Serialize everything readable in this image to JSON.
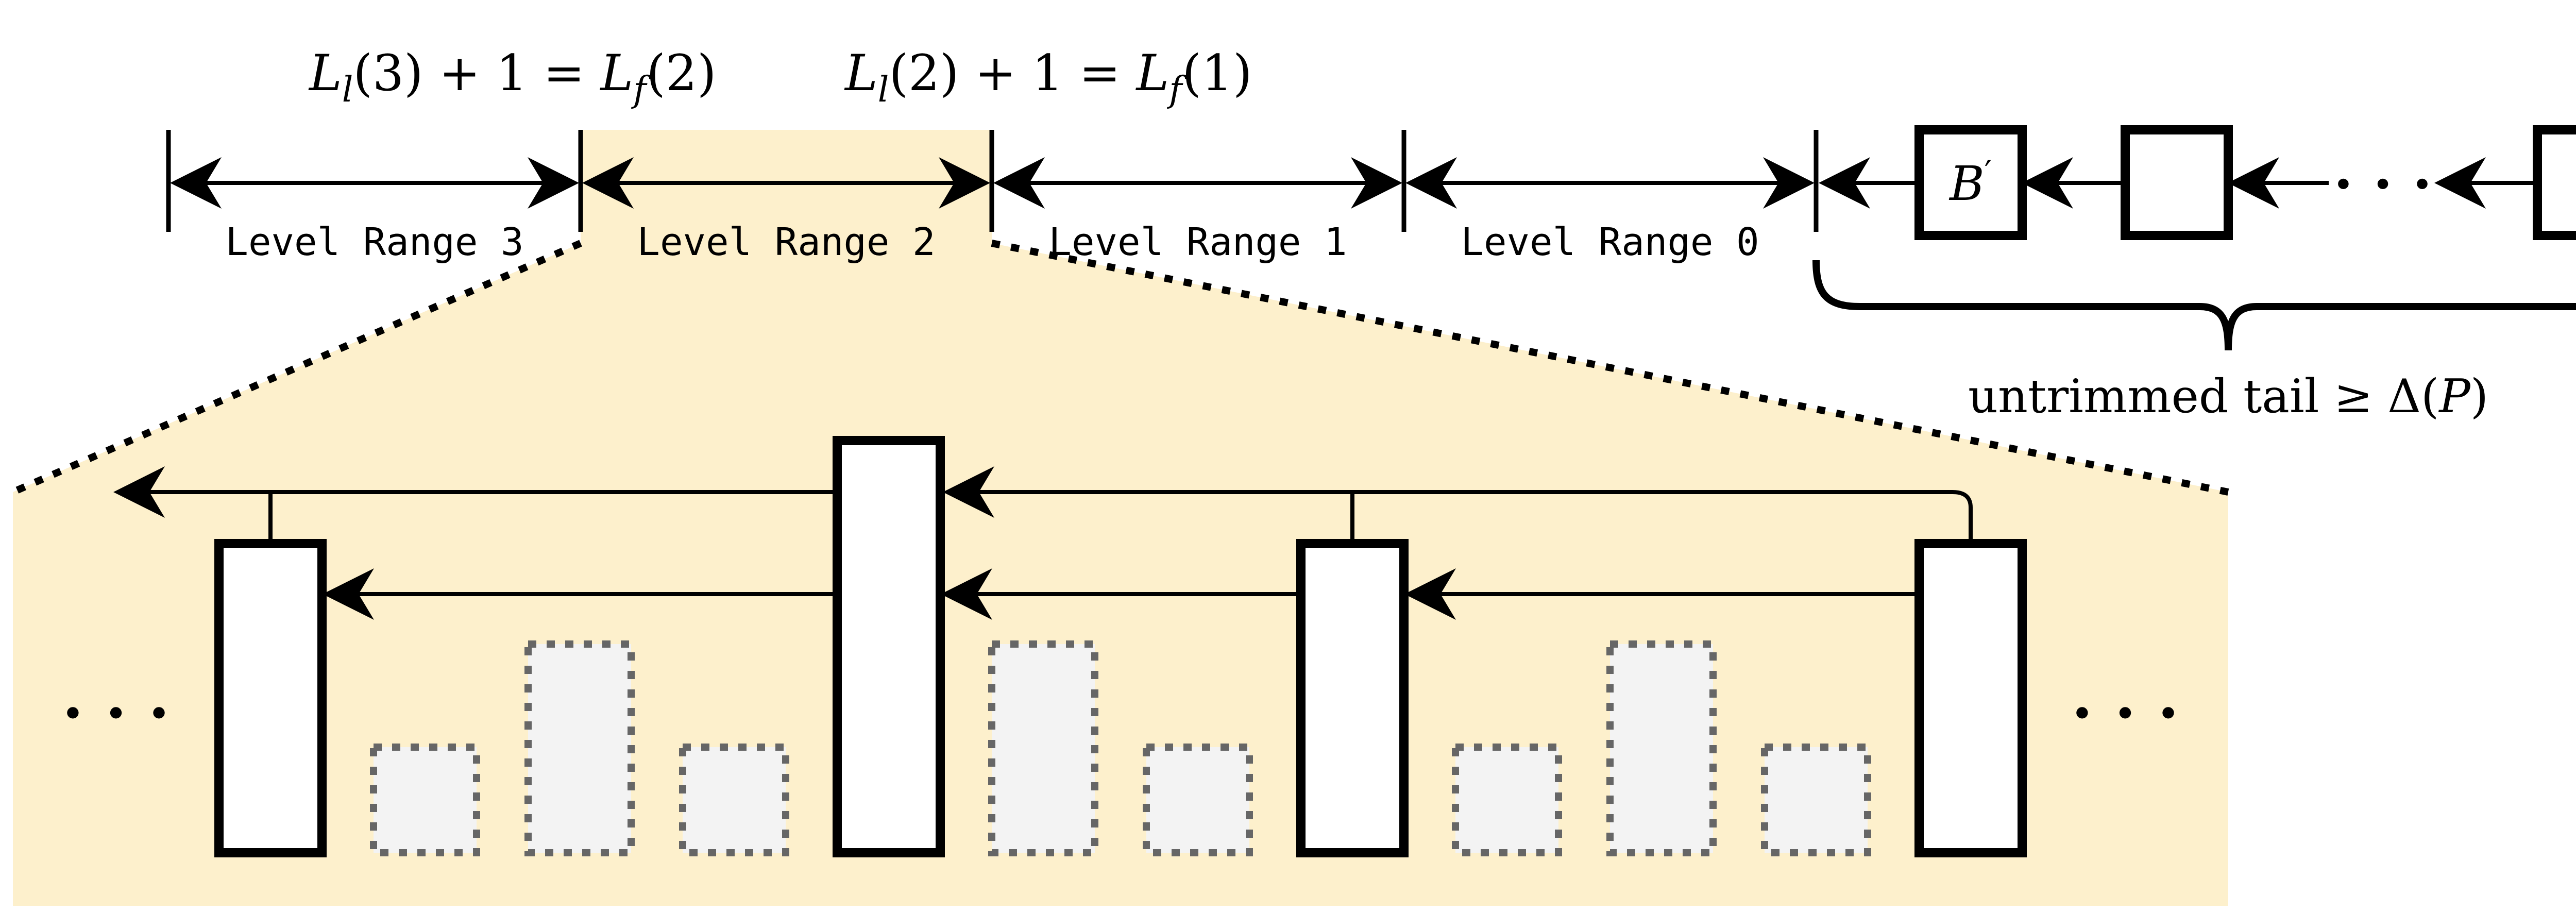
{
  "colors": {
    "highlight": "#fdf0cc",
    "stroke": "#000000",
    "ghost_fill": "#f3f3f3",
    "ghost_stroke": "#666666",
    "block_fill": "#ffffff"
  },
  "formulas": {
    "formula_1": {
      "lhs_base": "L",
      "lhs_sub": "l",
      "lhs_arg": "(3) + 1 = ",
      "rhs_base": "L",
      "rhs_sub": "f",
      "rhs_arg": "(2)"
    },
    "formula_2": {
      "lhs_base": "L",
      "lhs_sub": "l",
      "lhs_arg": "(2) + 1 = ",
      "rhs_base": "L",
      "rhs_sub": "f",
      "rhs_arg": "(1)"
    }
  },
  "level_ranges": [
    "Level Range 3",
    "Level Range 2",
    "Level Range 1",
    "Level Range 0"
  ],
  "tail": {
    "block_label_base": "B",
    "block_label_prime": "′",
    "ellipsis": "· · ·",
    "brace_label": "untrimmed tail ≥ Δ(",
    "brace_label_script": "P",
    "brace_label_close": ")"
  },
  "zoom": {
    "left_ellipsis": "· · ·",
    "right_ellipsis": "· · ·"
  }
}
